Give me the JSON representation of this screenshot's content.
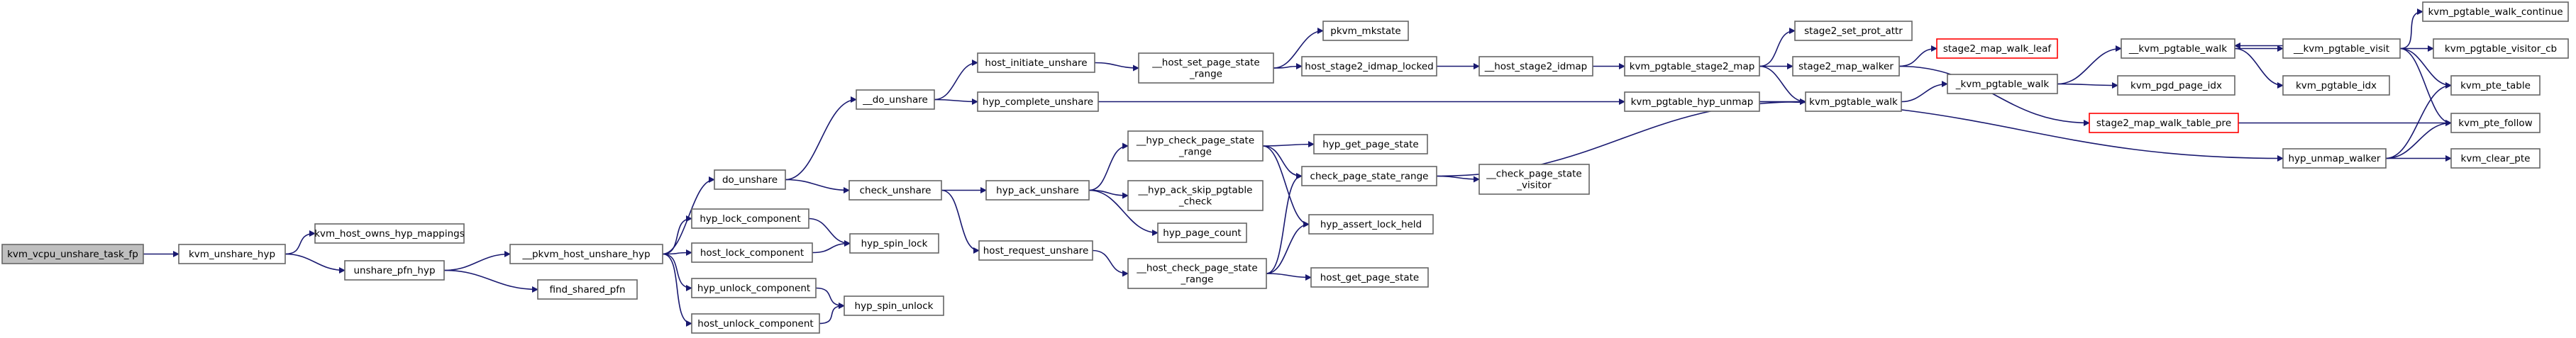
{
  "nodes": [
    {
      "id": "n_root",
      "lines": [
        "kvm_vcpu_unshare_task_fp"
      ],
      "kind": "root"
    },
    {
      "id": "n_kvm_unshare_hyp",
      "lines": [
        "kvm_unshare_hyp"
      ]
    },
    {
      "id": "n_kvm_host_owns",
      "lines": [
        "kvm_host_owns_hyp_mappings"
      ]
    },
    {
      "id": "n_unshare_pfn_hyp",
      "lines": [
        "unshare_pfn_hyp"
      ]
    },
    {
      "id": "n_pkvm_host_unshare_hyp",
      "lines": [
        "__pkvm_host_unshare_hyp"
      ]
    },
    {
      "id": "n_find_shared_pfn",
      "lines": [
        "find_shared_pfn"
      ]
    },
    {
      "id": "n_do_unshare",
      "lines": [
        "do_unshare"
      ]
    },
    {
      "id": "n_hyp_lock_component",
      "lines": [
        "hyp_lock_component"
      ]
    },
    {
      "id": "n_host_lock_component",
      "lines": [
        "host_lock_component"
      ]
    },
    {
      "id": "n_hyp_unlock_component",
      "lines": [
        "hyp_unlock_component"
      ]
    },
    {
      "id": "n_host_unlock_component",
      "lines": [
        "host_unlock_component"
      ]
    },
    {
      "id": "n__do_unshare",
      "lines": [
        "__do_unshare"
      ]
    },
    {
      "id": "n_check_unshare",
      "lines": [
        "check_unshare"
      ]
    },
    {
      "id": "n_hyp_spin_lock",
      "lines": [
        "hyp_spin_lock"
      ]
    },
    {
      "id": "n_hyp_spin_unlock",
      "lines": [
        "hyp_spin_unlock"
      ]
    },
    {
      "id": "n_host_initiate_unshare",
      "lines": [
        "host_initiate_unshare"
      ]
    },
    {
      "id": "n_hyp_complete_unshare",
      "lines": [
        "hyp_complete_unshare"
      ]
    },
    {
      "id": "n_hyp_ack_unshare",
      "lines": [
        "hyp_ack_unshare"
      ]
    },
    {
      "id": "n_host_request_unshare",
      "lines": [
        "host_request_unshare"
      ]
    },
    {
      "id": "n_host_set_page_state_range",
      "lines": [
        "__host_set_page_state",
        "_range"
      ]
    },
    {
      "id": "n_hyp_check_page_state_range",
      "lines": [
        "__hyp_check_page_state",
        "_range"
      ]
    },
    {
      "id": "n_hyp_ack_skip_pgtable_check",
      "lines": [
        "__hyp_ack_skip_pgtable",
        "_check"
      ]
    },
    {
      "id": "n_hyp_page_count",
      "lines": [
        "hyp_page_count"
      ]
    },
    {
      "id": "n_host_check_page_state_range",
      "lines": [
        "__host_check_page_state",
        "_range"
      ]
    },
    {
      "id": "n_pkvm_mkstate",
      "lines": [
        "pkvm_mkstate"
      ]
    },
    {
      "id": "n_host_stage2_idmap_locked",
      "lines": [
        "host_stage2_idmap_locked"
      ]
    },
    {
      "id": "n_hyp_get_page_state",
      "lines": [
        "hyp_get_page_state"
      ]
    },
    {
      "id": "n_check_page_state_range",
      "lines": [
        "check_page_state_range"
      ]
    },
    {
      "id": "n_hyp_assert_lock_held",
      "lines": [
        "hyp_assert_lock_held"
      ]
    },
    {
      "id": "n_host_get_page_state",
      "lines": [
        "host_get_page_state"
      ]
    },
    {
      "id": "n__host_stage2_idmap",
      "lines": [
        "__host_stage2_idmap"
      ]
    },
    {
      "id": "n_check_page_state_visitor",
      "lines": [
        "__check_page_state",
        "_visitor"
      ]
    },
    {
      "id": "n_kvm_pgtable_stage2_map",
      "lines": [
        "kvm_pgtable_stage2_map"
      ]
    },
    {
      "id": "n_kvm_pgtable_hyp_unmap",
      "lines": [
        "kvm_pgtable_hyp_unmap"
      ]
    },
    {
      "id": "n_stage2_set_prot_attr",
      "lines": [
        "stage2_set_prot_attr"
      ]
    },
    {
      "id": "n_stage2_map_walker",
      "lines": [
        "stage2_map_walker"
      ]
    },
    {
      "id": "n_kvm_pgtable_walk",
      "lines": [
        "kvm_pgtable_walk"
      ]
    },
    {
      "id": "n_stage2_map_walk_leaf",
      "lines": [
        "stage2_map_walk_leaf"
      ],
      "kind": "red"
    },
    {
      "id": "n_kvm_pgtable_walk_inner",
      "lines": [
        "_kvm_pgtable_walk"
      ]
    },
    {
      "id": "n_stage2_map_walk_table_pre",
      "lines": [
        "stage2_map_walk_table_pre"
      ],
      "kind": "red"
    },
    {
      "id": "n__kvm_pgtable_walk",
      "lines": [
        "__kvm_pgtable_walk"
      ]
    },
    {
      "id": "n_kvm_pgd_page_idx",
      "lines": [
        "kvm_pgd_page_idx"
      ]
    },
    {
      "id": "n_hyp_unmap_walker",
      "lines": [
        "hyp_unmap_walker"
      ]
    },
    {
      "id": "n__kvm_pgtable_visit",
      "lines": [
        "__kvm_pgtable_visit"
      ]
    },
    {
      "id": "n_kvm_pgtable_idx",
      "lines": [
        "kvm_pgtable_idx"
      ]
    },
    {
      "id": "n_kvm_pgtable_walk_continue",
      "lines": [
        "kvm_pgtable_walk_continue"
      ]
    },
    {
      "id": "n_kvm_pgtable_visitor_cb",
      "lines": [
        "kvm_pgtable_visitor_cb"
      ]
    },
    {
      "id": "n_kvm_pte_table",
      "lines": [
        "kvm_pte_table"
      ]
    },
    {
      "id": "n_kvm_pte_follow",
      "lines": [
        "kvm_pte_follow"
      ]
    },
    {
      "id": "n_kvm_clear_pte",
      "lines": [
        "kvm_clear_pte"
      ]
    }
  ]
}
